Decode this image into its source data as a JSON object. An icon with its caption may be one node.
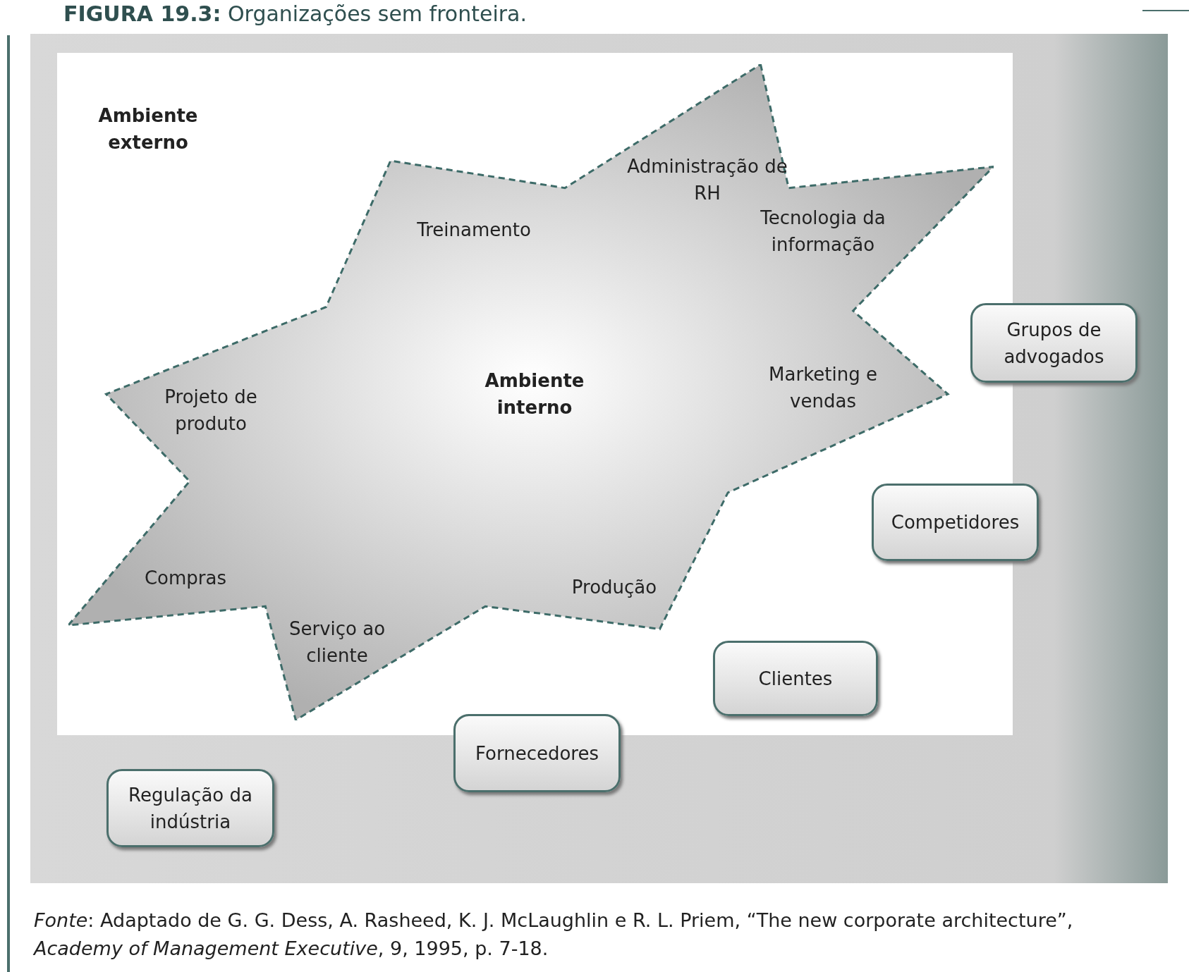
{
  "diagram": {
    "title": "**FIGURA 19.3:** Organizações sem fronteira.",
    "caption": "*Fonte*: Adaptado de G. G. Dess, A. Rasheed, K. J. McLaughlin e R. L. Priem, “The new corporate architecture”, *Academy of Management Executive*, 9, 1995, p. 7-18.",
    "nodes": [
      {
        "text": [
          "Ambiente externo"
        ]
      },
      {
        "text": [
          "Administração de RH",
          "Treinamento",
          "Tecnologia da informação",
          "Projeto de produto",
          "Ambiente interno",
          "Marketing e vendas",
          "Compras",
          "Produção",
          "Serviço ao cliente"
        ],
        "in": 0
      },
      {
        "text": [
          "Grupos de advogados"
        ]
      },
      {
        "text": [
          "Competidores"
        ]
      },
      {
        "text": [
          "Clientes"
        ],
        "in": 0
      },
      {
        "text": [
          "Fornecedores"
        ]
      },
      {
        "text": [
          "Regulação da indústria"
        ]
      }
    ],
    "edges": []
  }
}
